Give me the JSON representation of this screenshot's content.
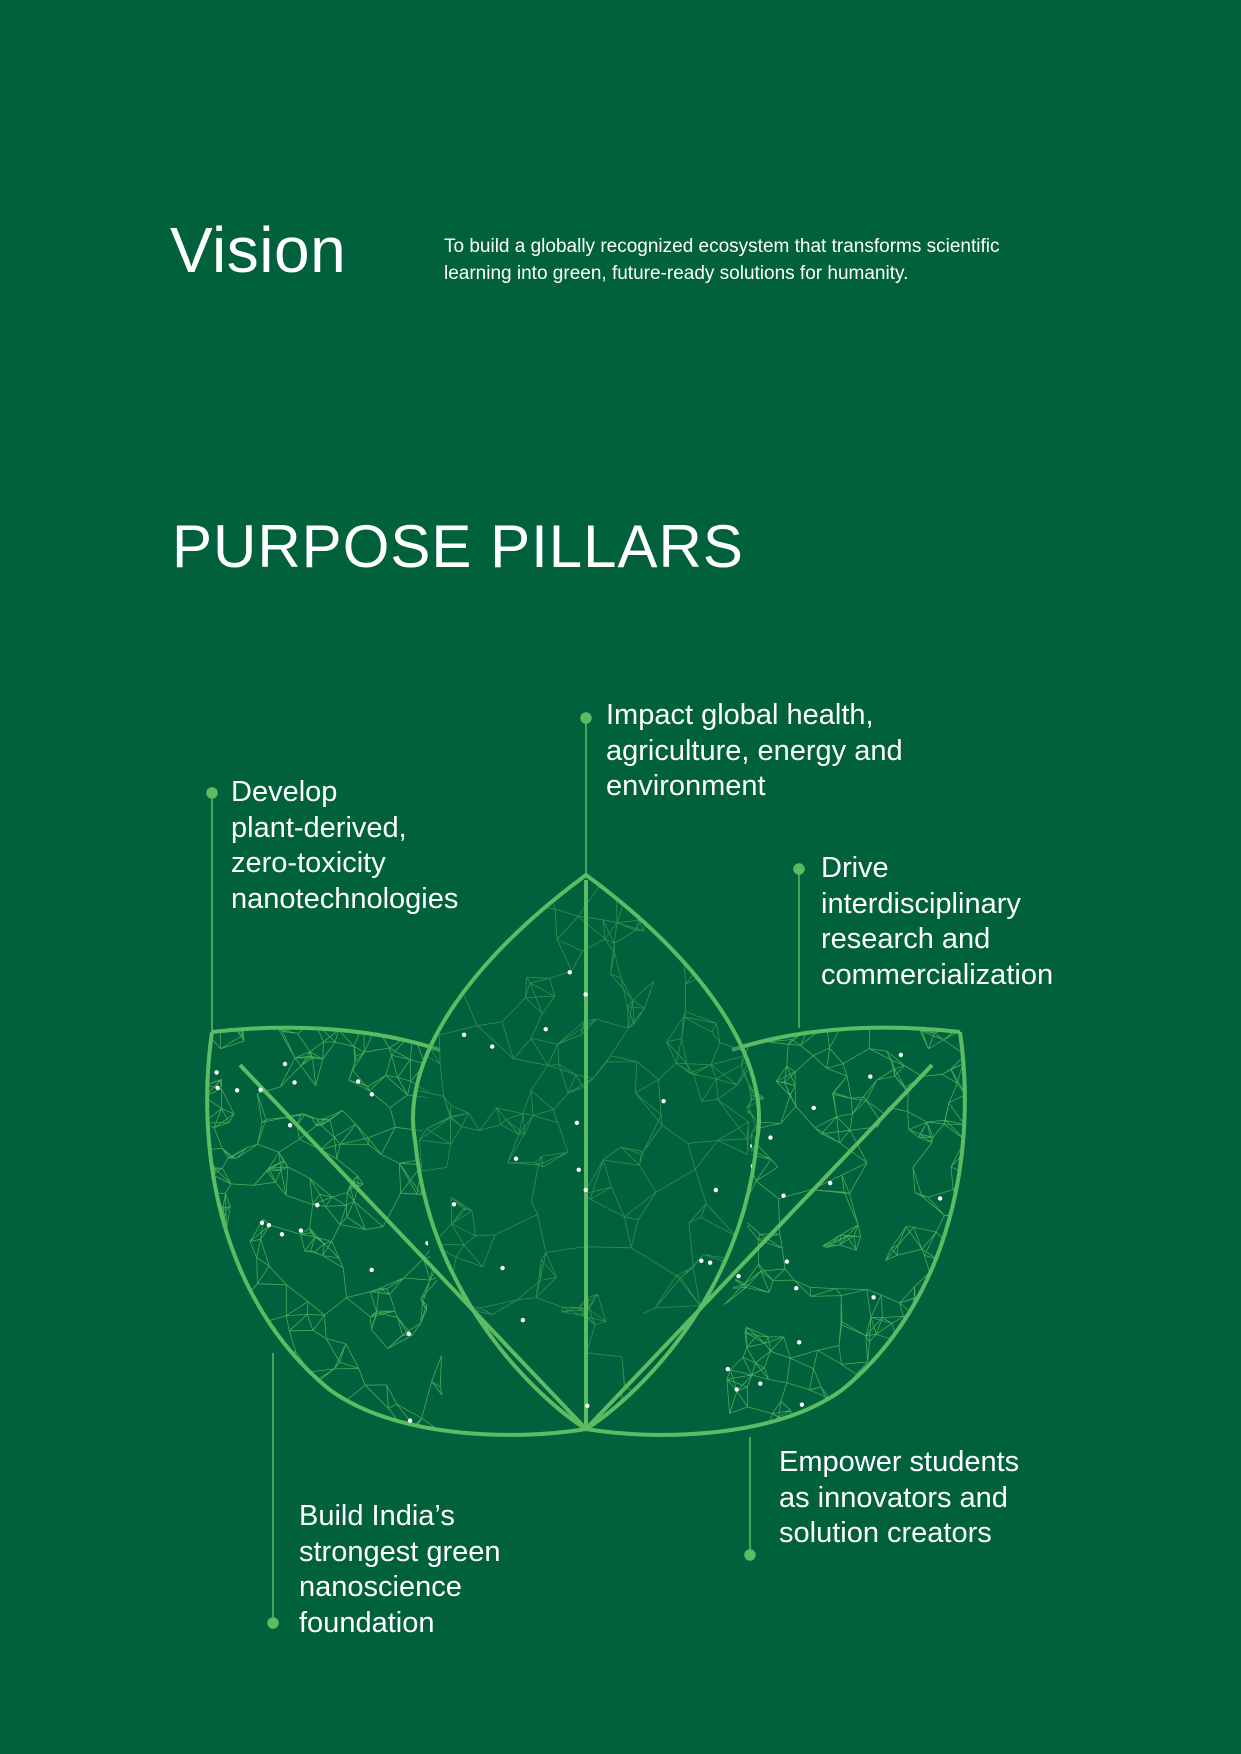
{
  "vision": {
    "title": "Vision",
    "text": "To build a globally recognized ecosystem that transforms scientific learning into green, future-ready solutions for humanity."
  },
  "pillars": {
    "title": "PURPOSE PILLARS",
    "items": [
      {
        "text": "Develop\nplant-derived,\nzero-toxicity\nnanotechnologies"
      },
      {
        "text": "Impact global health,\nagriculture, energy and\nenvironment"
      },
      {
        "text": "Drive\ninterdisciplinary\nresearch and\ncommercialization"
      },
      {
        "text": "Build India’s\nstrongest green\nnanoscience\nfoundation"
      },
      {
        "text": "Empower students\nas innovators and\nsolution creators"
      }
    ]
  },
  "colors": {
    "background": "#00613c",
    "accent": "#5dbb63",
    "text": "#ffffff"
  }
}
